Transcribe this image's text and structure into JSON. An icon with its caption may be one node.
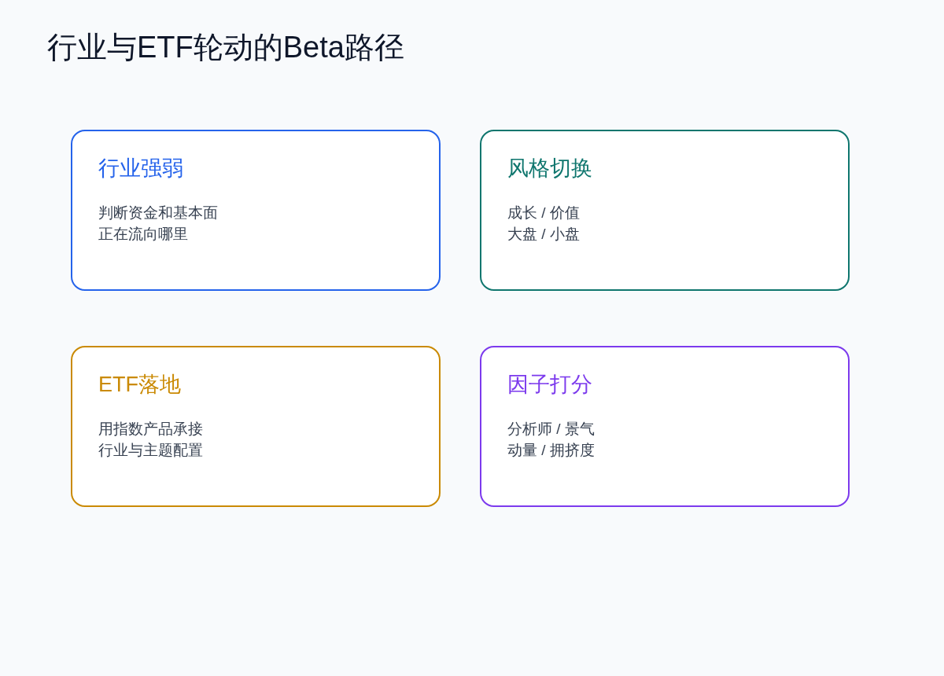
{
  "diagram": {
    "title": "行业与ETF轮动的Beta路径",
    "nodes": [
      {
        "text": [
          "行业强弱",
          "判断资金和基本面正在流向哪里"
        ]
      },
      {
        "text": [
          "风格切换",
          "成长 / 价值",
          "大盘 / 小盘"
        ]
      },
      {
        "text": [
          "ETF落地",
          "用指数产品承接行业与主题配置"
        ]
      },
      {
        "text": [
          "因子打分",
          "分析师 / 景气",
          "动量 / 拥挤度"
        ]
      }
    ],
    "edges": []
  }
}
